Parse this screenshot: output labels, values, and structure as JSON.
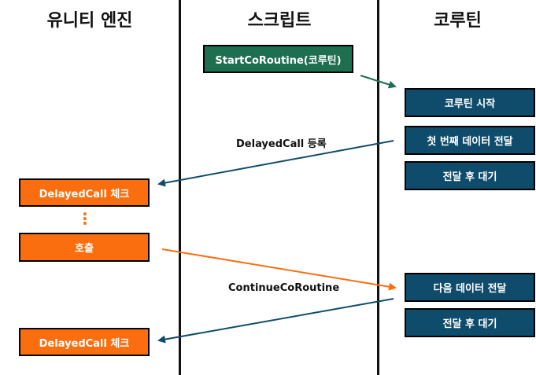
{
  "headers": {
    "unity_engine": "유니티 엔진",
    "script": "스크립트",
    "coroutine": "코루틴"
  },
  "script_box": {
    "label": "StartCoRoutine(코루틴)"
  },
  "coroutine_boxes": [
    {
      "label": "코루틴 시작"
    },
    {
      "label": "첫 번째 데이터 전달"
    },
    {
      "label": "전달 후 대기"
    },
    {
      "label": "다음 데이터 전달"
    },
    {
      "label": "전달 후 대기"
    }
  ],
  "engine_boxes": [
    {
      "label": "DelayedCall 체크"
    },
    {
      "label": "호출"
    },
    {
      "label": "DelayedCall 체크"
    }
  ],
  "engine_ellipsis": "⋮",
  "arrow_labels": {
    "delayed_call_register": "DelayedCall 등록",
    "continue_coroutine": "ContinueCoRoutine"
  },
  "colors": {
    "green": "#1e6f50",
    "blue": "#0f4c6c",
    "orange": "#fb6e10"
  }
}
